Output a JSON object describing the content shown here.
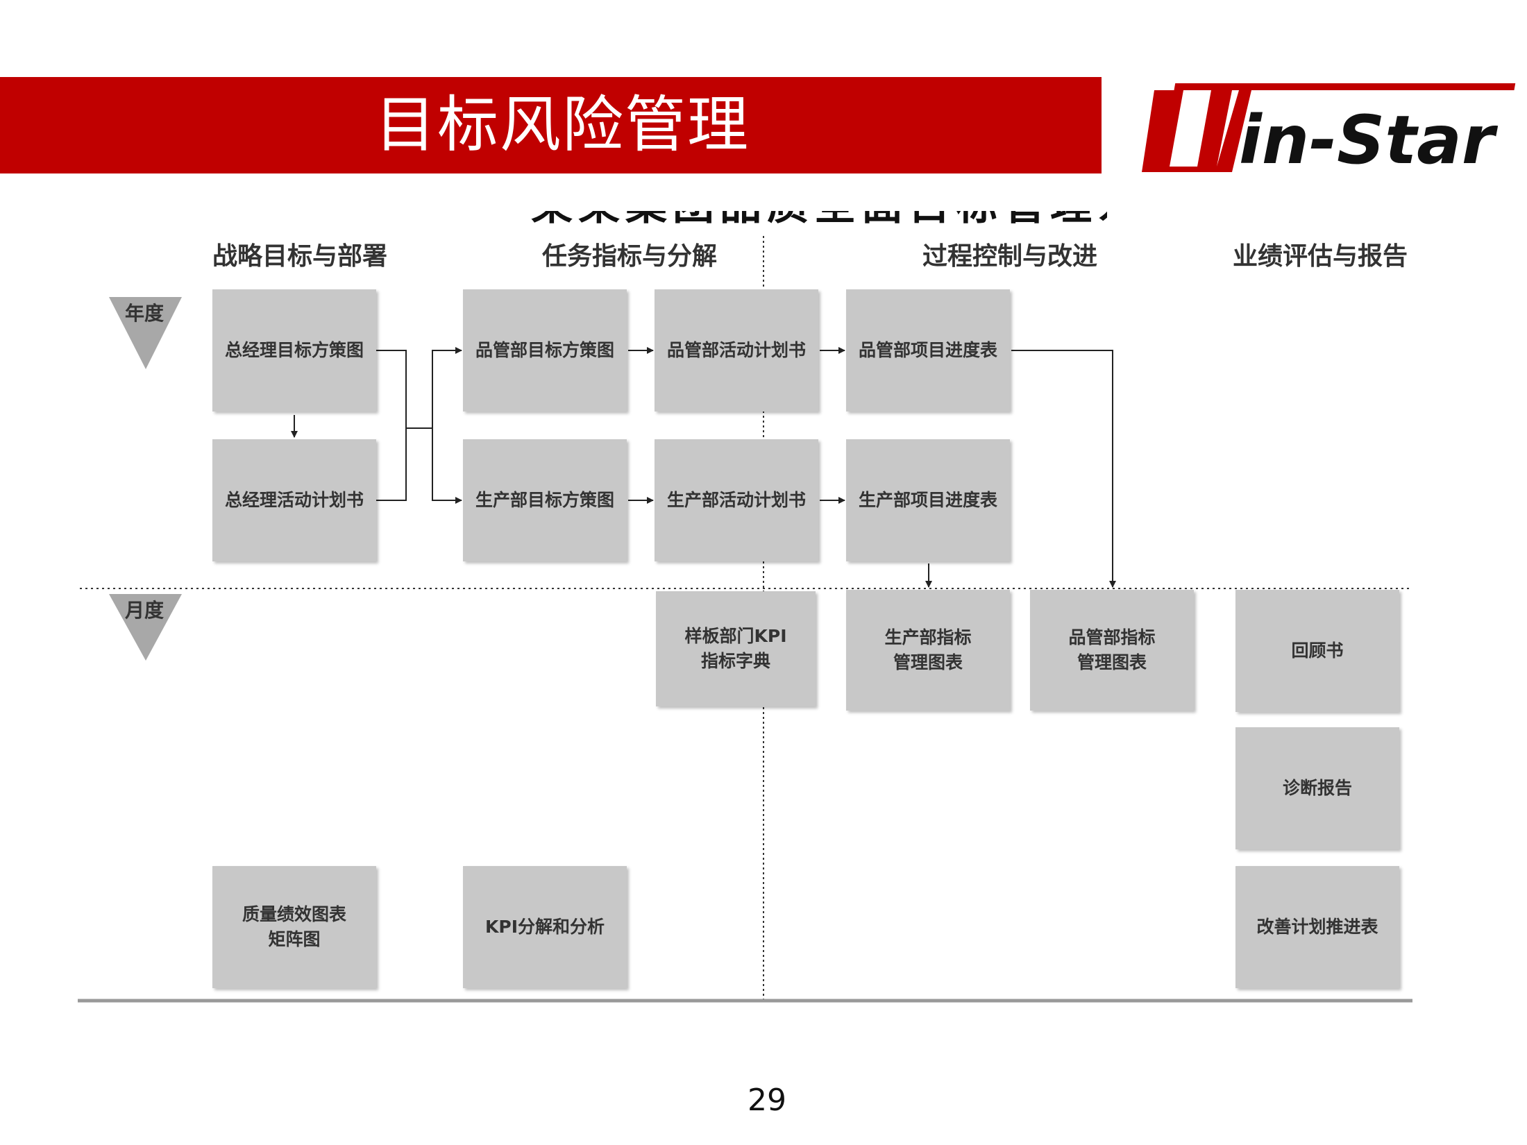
{
  "header": {
    "title": "目标风险管理",
    "logo_text": "in-Star",
    "banner_color": "#c00000"
  },
  "diagram": {
    "cut_title": "某某集团品质全面目标管理系统图",
    "columns": [
      "战略目标与部署",
      "任务指标与分解",
      "过程控制与改进",
      "业绩评估与报告"
    ],
    "levels": [
      "年度",
      "月度"
    ],
    "boxes": {
      "gm_target": "总经理目标方策图",
      "gm_plan": "总经理活动计划书",
      "qm_target": "品管部目标方策图",
      "qm_plan": "品管部活动计划书",
      "qm_progress": "品管部项目进度表",
      "prod_target": "生产部目标方策图",
      "prod_plan": "生产部活动计划书",
      "prod_progress": "生产部项目进度表",
      "kpi_dict": "样板部门KPI\n指标字典",
      "prod_chart": "生产部指标\n管理图表",
      "qm_chart": "品管部指标\n管理图表",
      "review": "回顾书",
      "diagnosis": "诊断报告",
      "quality_chart": "质量绩效图表\n矩阵图",
      "kpi_analysis": "KPI分解和分析",
      "improve_plan": "改善计划推进表"
    }
  },
  "footer": {
    "page_number": "29"
  }
}
